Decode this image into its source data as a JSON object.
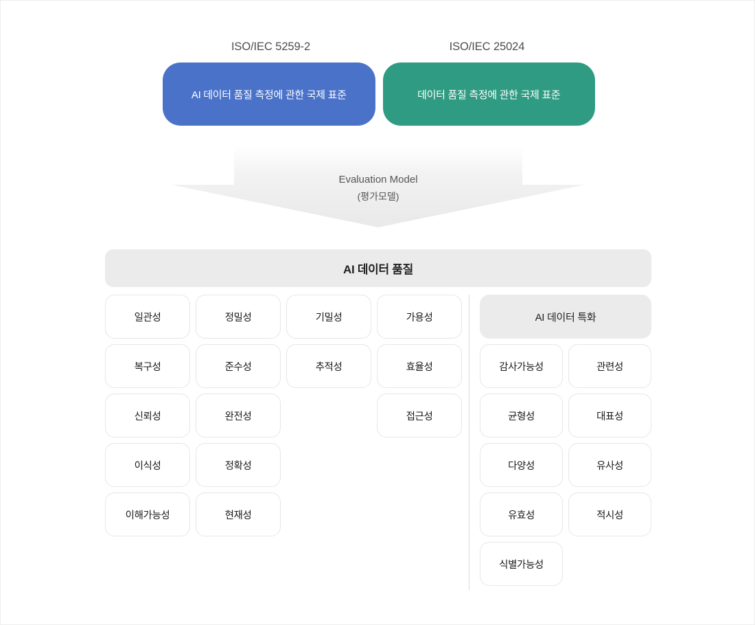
{
  "standards": [
    {
      "code": "ISO/IEC 5259-2",
      "desc": "AI 데이터 품질 측정에 관한 국제 표준",
      "color": "#4a72c9"
    },
    {
      "code": "ISO/IEC 25024",
      "desc": "데이터 품질 측정에 관한 국제 표준",
      "color": "#309b83"
    }
  ],
  "arrow": {
    "label_en": "Evaluation Model",
    "label_ko": "(평가모델)"
  },
  "quality": {
    "title": "AI 데이터 품질",
    "columns": [
      [
        "일관성",
        "복구성",
        "신뢰성",
        "이식성",
        "이해가능성"
      ],
      [
        "정밀성",
        "준수성",
        "완전성",
        "정확성",
        "현재성"
      ],
      [
        "기밀성",
        "추적성"
      ],
      [
        "가용성",
        "효율성",
        "접근성"
      ]
    ]
  },
  "ai_specialization": {
    "title": "AI 데이터 특화",
    "columns": [
      [
        "감사가능성",
        "균형성",
        "다양성",
        "유효성",
        "식별가능성"
      ],
      [
        "관련성",
        "대표성",
        "유사성",
        "적시성"
      ]
    ]
  }
}
